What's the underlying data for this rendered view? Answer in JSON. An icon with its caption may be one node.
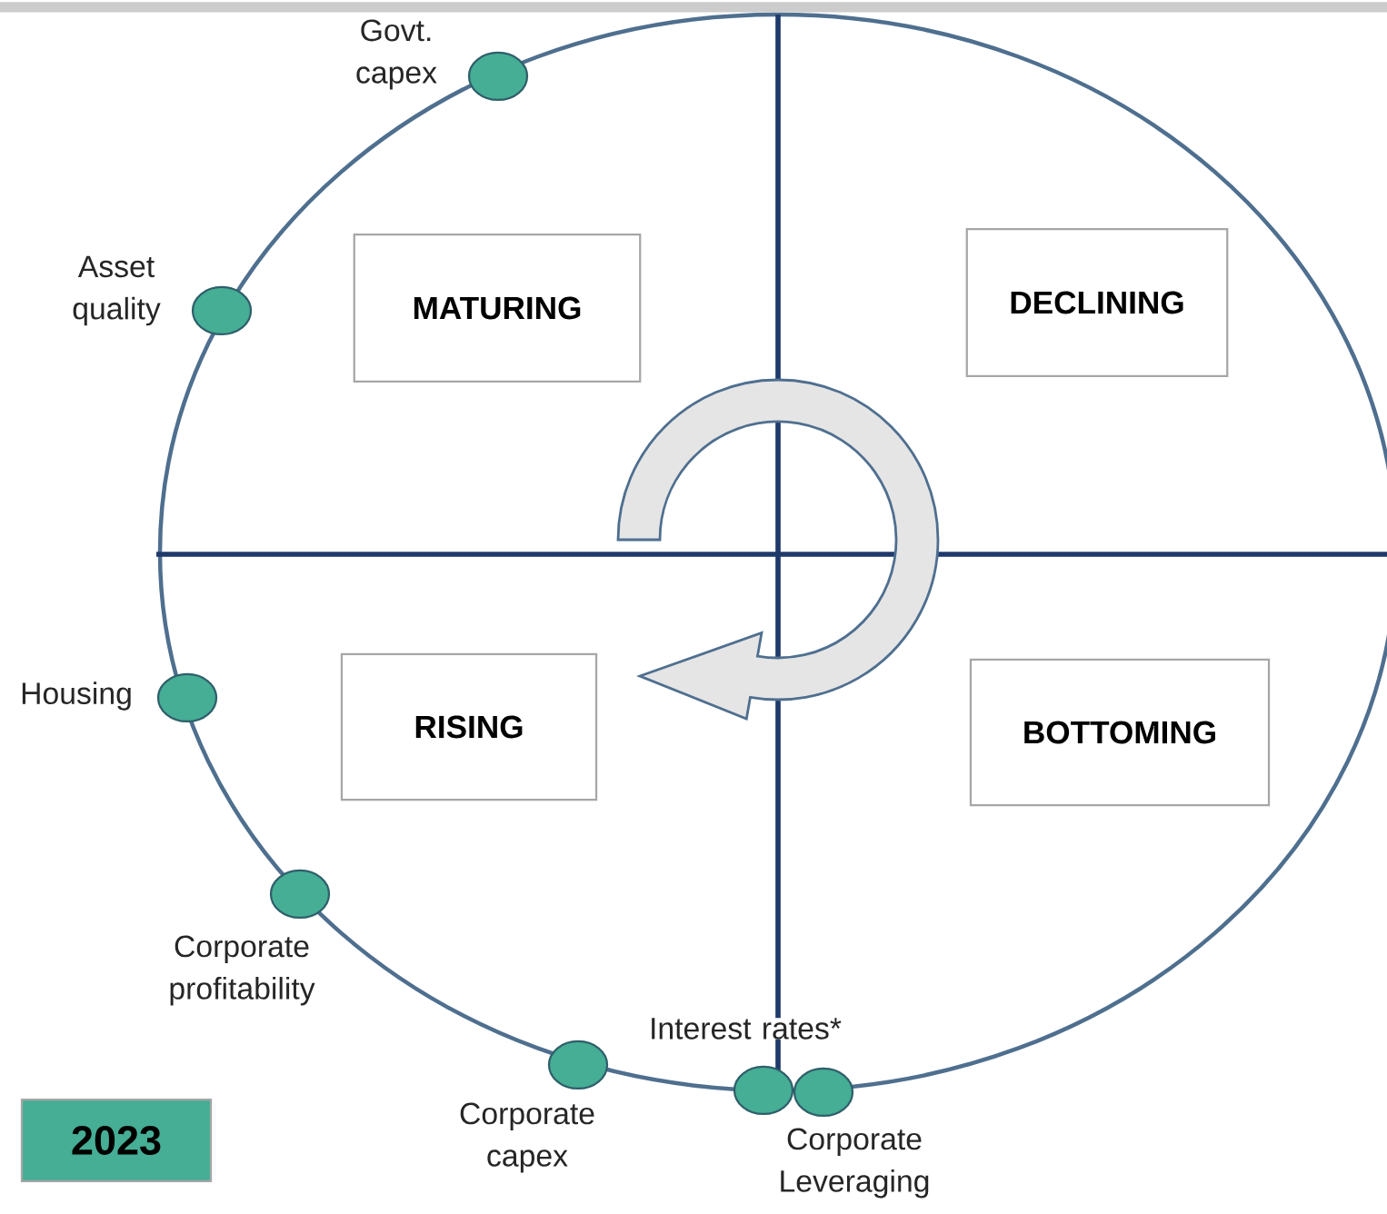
{
  "diagram": {
    "nodes": [
      {
        "text": [],
        "shape": "circle",
        "beside": [
          "Govt. capex"
        ]
      },
      {
        "text": [],
        "shape": "circle",
        "beside": [
          "Asset quality"
        ]
      },
      {
        "text": [
          "MATURING"
        ]
      },
      {
        "text": [
          "DECLINING"
        ]
      },
      {
        "text": [],
        "shape": "circle",
        "beside": [
          "Housing"
        ]
      },
      {
        "text": [
          "RISING"
        ]
      },
      {
        "text": [
          "BOTTOMING"
        ]
      },
      {
        "text": [],
        "shape": "circle",
        "beside": [
          "Corporate profitability"
        ]
      },
      {
        "text": [],
        "shape": "circle",
        "beside": [
          "Interest rates*"
        ]
      },
      {
        "text": [],
        "shape": "circle",
        "beside": [
          "Corporate capex"
        ]
      },
      {
        "text": [],
        "shape": "circle",
        "beside": [
          "Corporate Leveraging"
        ]
      },
      {
        "text": [
          "2023"
        ]
      }
    ]
  }
}
